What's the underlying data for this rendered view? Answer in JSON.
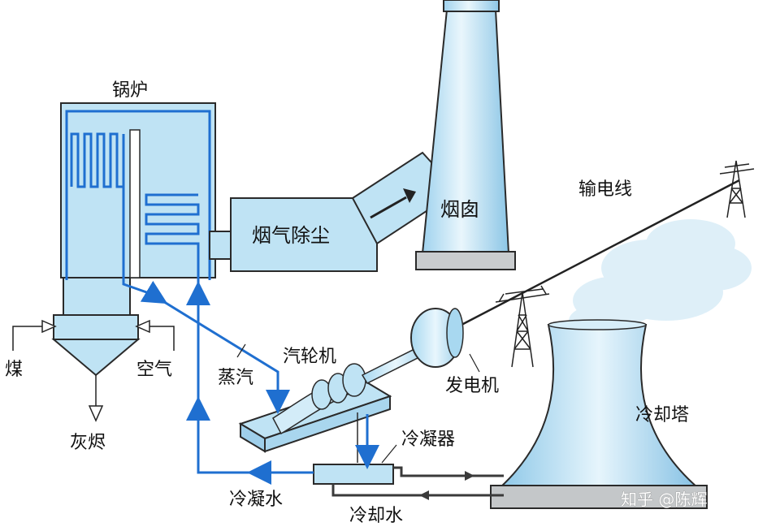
{
  "labels": {
    "boiler": "锅炉",
    "flue_gas_dust_removal": "烟气除尘",
    "chimney": "烟囱",
    "transmission_line": "输电线",
    "coal": "煤",
    "air": "空气",
    "ash": "灰烬",
    "steam": "蒸汽",
    "steam_turbine": "汽轮机",
    "generator": "发电机",
    "condenser": "冷凝器",
    "condensate_water": "冷凝水",
    "cooling_water": "冷却水",
    "cooling_tower": "冷却塔"
  },
  "watermark": "知乎 @陈辉",
  "colors": {
    "equipment_fill": "#bfe3f4",
    "equipment_edge": "#2a2a2a",
    "water_pipe": "#1f6fd0",
    "dark_pipe": "#3a3a3a",
    "steam_cloud": "#dbeef8"
  },
  "icons": [
    "transmission-tower-icon",
    "arrow-icon"
  ]
}
